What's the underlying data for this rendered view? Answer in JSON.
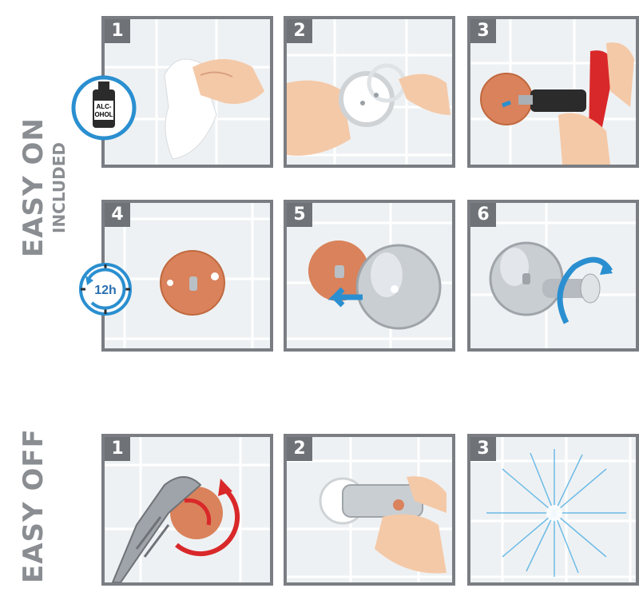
{
  "sections": {
    "on_title": "EASY ON",
    "on_subtitle": "INCLUDED",
    "off_title": "EASY OFF"
  },
  "badges": {
    "alcohol": "ALC-\nOHOL",
    "alcohol_line1": "ALC-",
    "alcohol_line2": "OHOL",
    "timer": "12h"
  },
  "on_steps": [
    {
      "number": "1"
    },
    {
      "number": "2"
    },
    {
      "number": "3"
    },
    {
      "number": "4"
    },
    {
      "number": "5"
    },
    {
      "number": "6"
    }
  ],
  "off_steps": [
    {
      "number": "1"
    },
    {
      "number": "2"
    },
    {
      "number": "3"
    }
  ],
  "colors": {
    "frame": "#7a7d82",
    "title_gray": "#8a8d91",
    "copper": "#d9825b",
    "arrow_blue": "#2a8fd0",
    "arrow_red": "#d9282a",
    "tile": "#f2f4f5",
    "grout": "#ffffff"
  }
}
